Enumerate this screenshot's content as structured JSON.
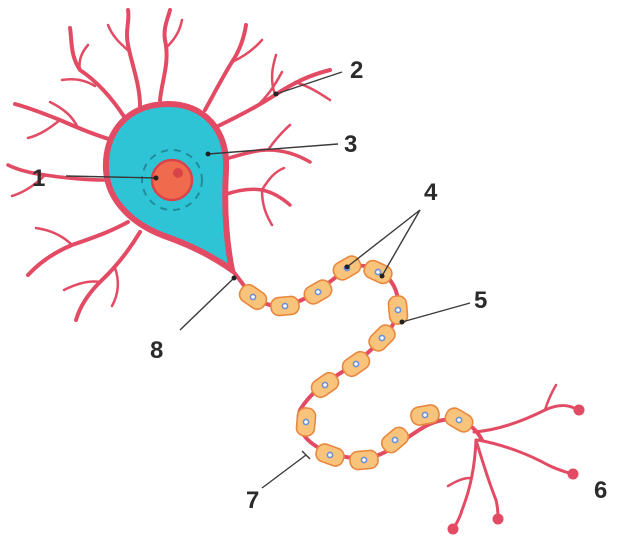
{
  "colors": {
    "membrane": "#e24b63",
    "cytoplasm": "#2ec4d6",
    "nucleus": "#f06a4e",
    "nucleolus": "#d9434a",
    "myelin": "#f8c37a",
    "myelin_border": "#e9873f",
    "schwann_nucleus": "#6c8fd6",
    "label_text": "#2b2b2b"
  },
  "labels": [
    {
      "id": "1",
      "text": "1"
    },
    {
      "id": "2",
      "text": "2"
    },
    {
      "id": "3",
      "text": "3"
    },
    {
      "id": "4",
      "text": "4"
    },
    {
      "id": "5",
      "text": "5"
    },
    {
      "id": "6",
      "text": "6"
    },
    {
      "id": "7",
      "text": "7"
    },
    {
      "id": "8",
      "text": "8"
    }
  ]
}
